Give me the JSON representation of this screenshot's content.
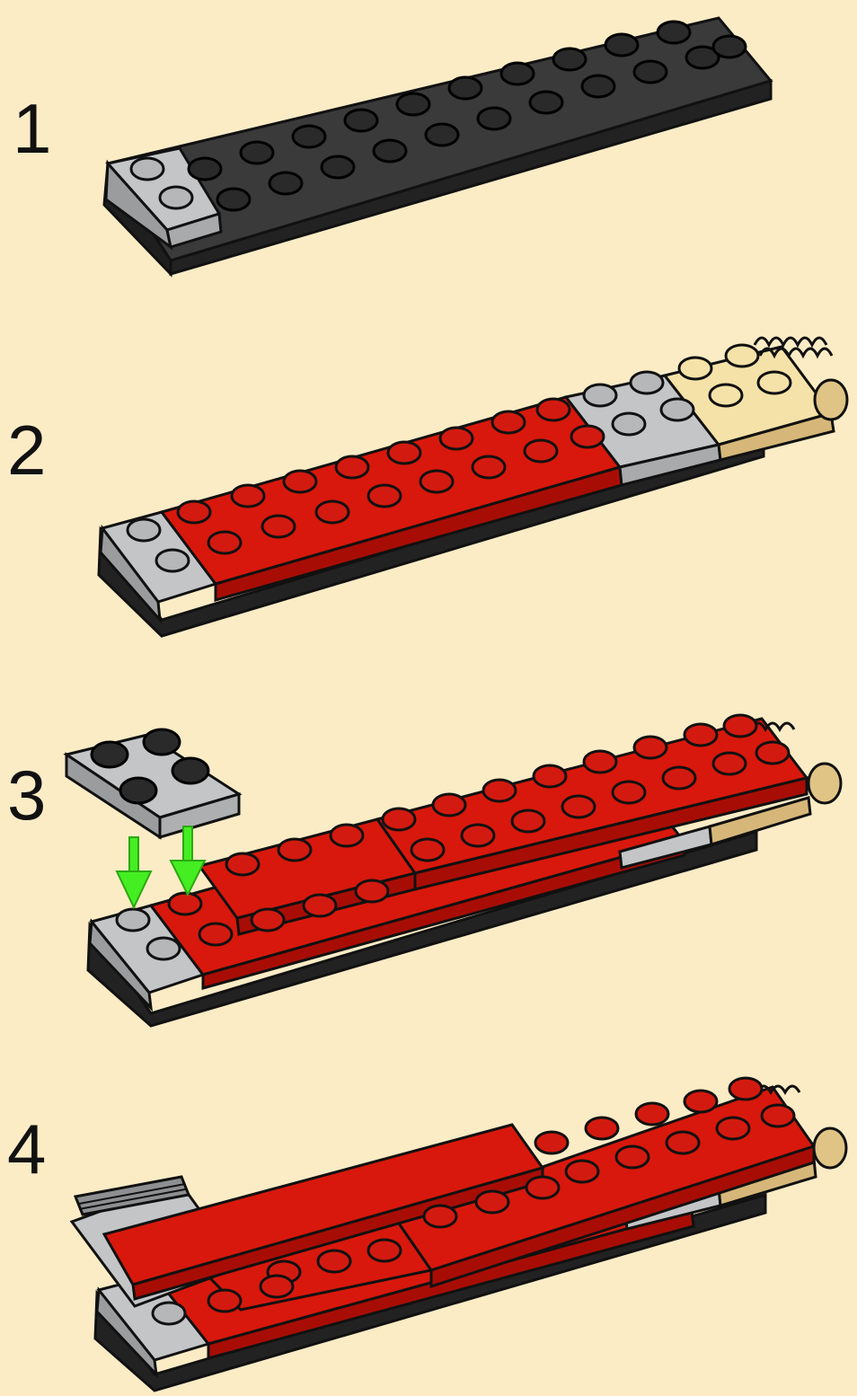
{
  "steps": [
    {
      "number": "1"
    },
    {
      "number": "2"
    },
    {
      "number": "3"
    },
    {
      "number": "4"
    }
  ],
  "colors": {
    "background": "#fbecc6",
    "black_plate": "#2b2b2b",
    "red_plate": "#d8180c",
    "gray_plate": "#b9bbbd",
    "tan_plate": "#f5e2a8",
    "arrow": "#44ee22"
  },
  "icons": [
    "down-arrow-icon"
  ]
}
